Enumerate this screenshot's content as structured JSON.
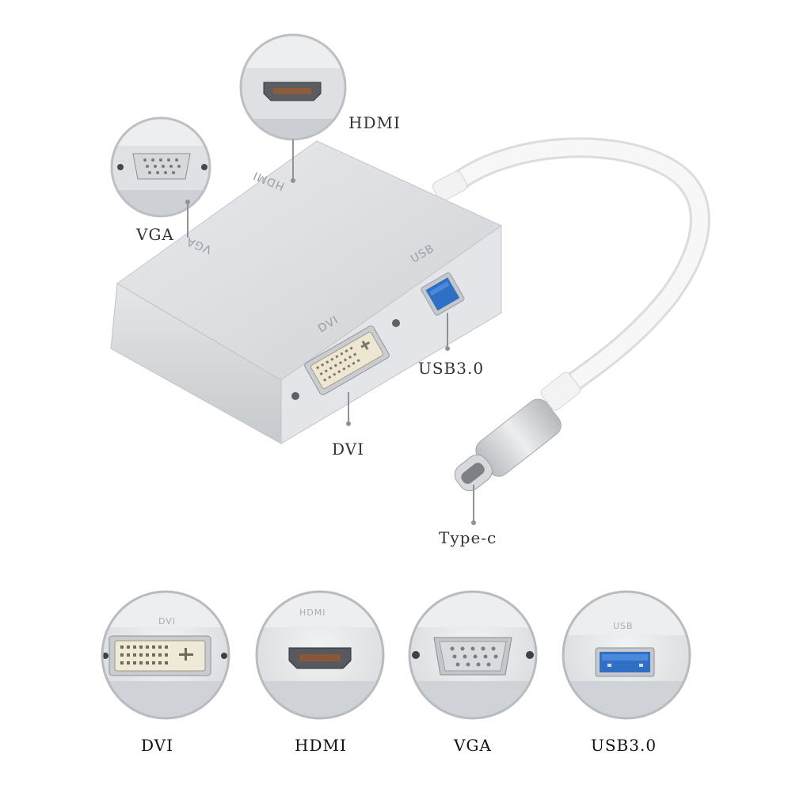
{
  "callouts": {
    "hdmi": "HDMI",
    "vga": "VGA",
    "usb": "USB3.0",
    "dvi": "DVI",
    "typec": "Type-c"
  },
  "engraved": {
    "hdmi": "HDMI",
    "vga": "VGA",
    "usb": "USB",
    "dvi": "DVI"
  },
  "bottom_row": [
    {
      "label": "DVI",
      "engraving": "DVI"
    },
    {
      "label": "HDMI",
      "engraving": "HDMI"
    },
    {
      "label": "VGA",
      "engraving": ""
    },
    {
      "label": "USB3.0",
      "engraving": "USB"
    }
  ],
  "colors": {
    "aluminum": "#d8dadd",
    "cable": "#f4f4f4",
    "usb_blue": "#2f6fc4",
    "text": "#333333"
  }
}
